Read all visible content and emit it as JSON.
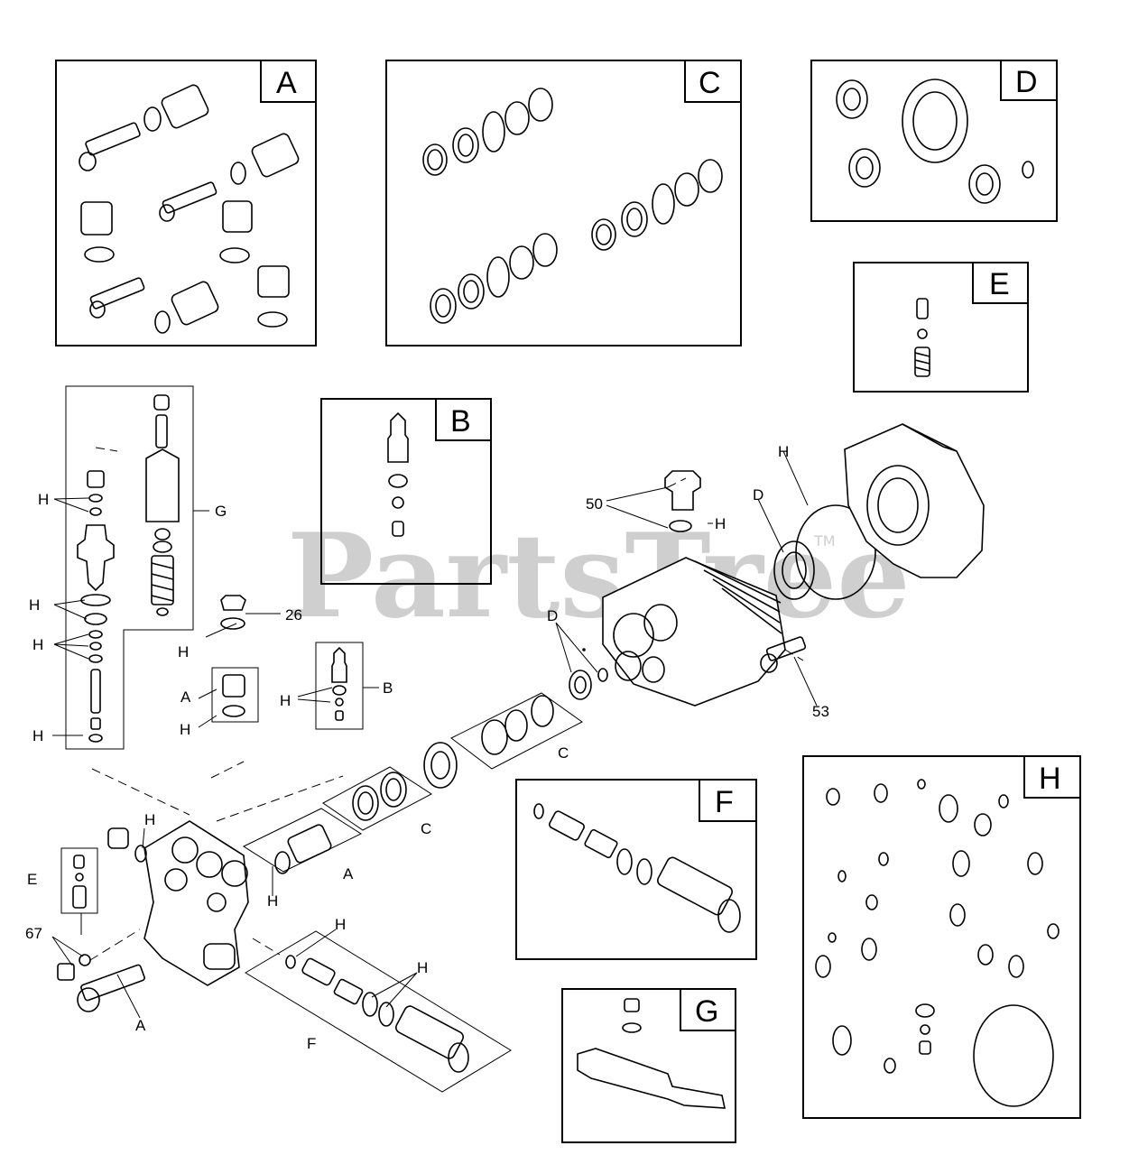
{
  "watermark": {
    "text": "PartsTree",
    "tm": "TM"
  },
  "kits": {
    "A": "A",
    "B": "B",
    "C": "C",
    "D": "D",
    "E": "E",
    "F": "F",
    "G": "G",
    "H": "H"
  },
  "callouts": {
    "n26": "26",
    "n50": "50",
    "n53": "53",
    "n67": "67",
    "A": "A",
    "B": "B",
    "C": "C",
    "D": "D",
    "E": "E",
    "F": "F",
    "G": "G",
    "H": "H"
  }
}
